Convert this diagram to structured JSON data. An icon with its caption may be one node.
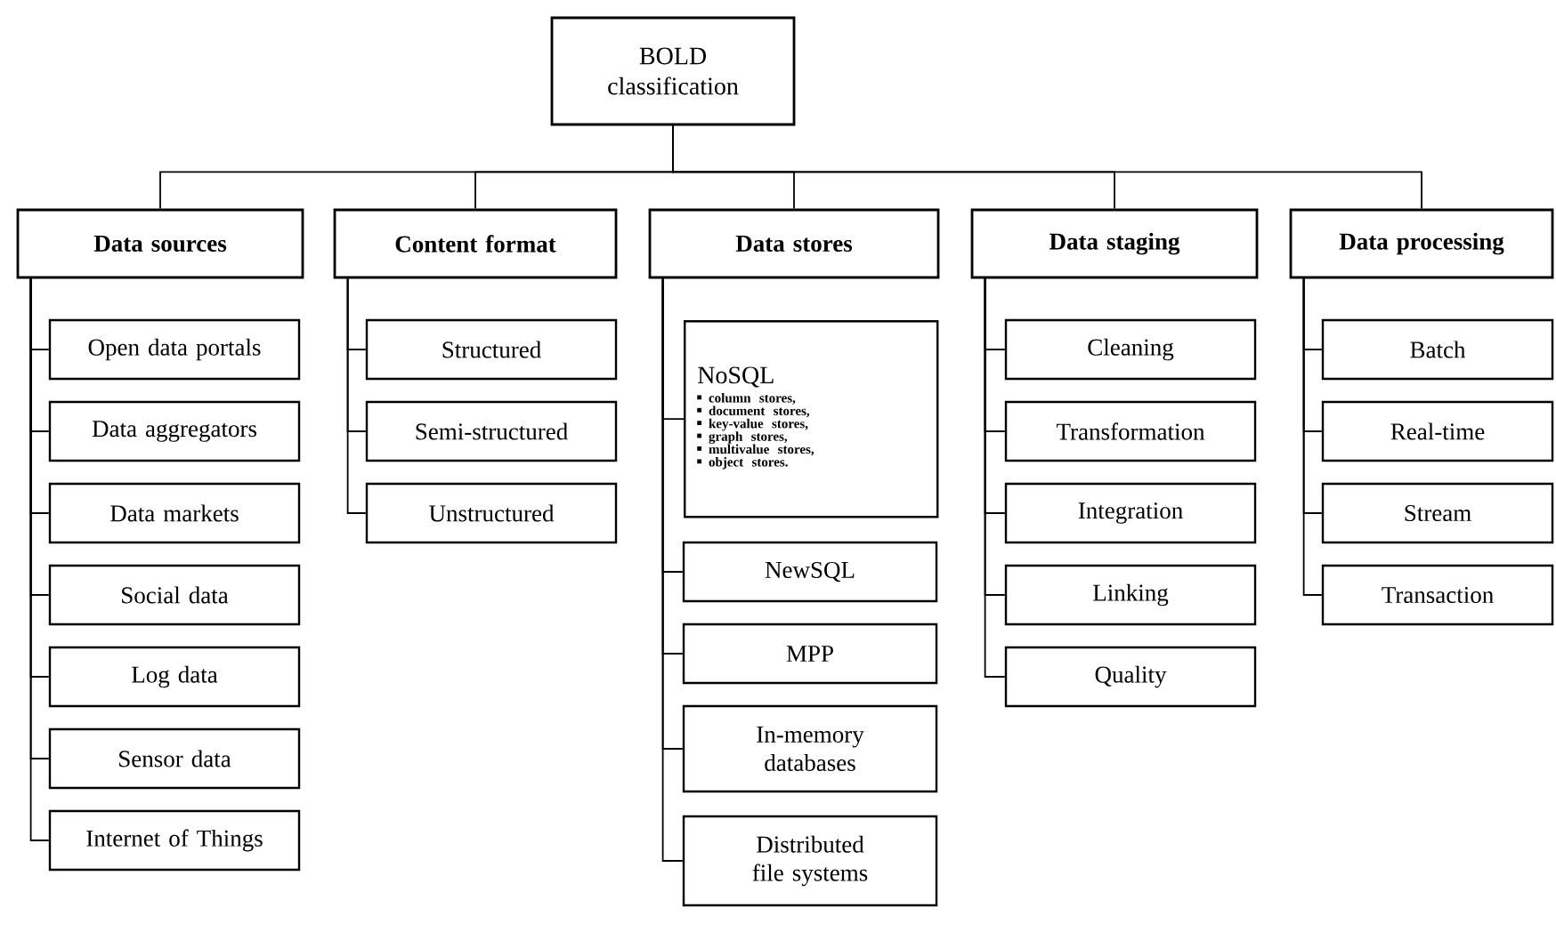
{
  "diagram": {
    "nodes": [
      {
        "text": [
          "BOLD classification"
        ]
      },
      {
        "text": [
          "Data sources"
        ]
      },
      {
        "text": [
          "Content format"
        ]
      },
      {
        "text": [
          "Data stores"
        ]
      },
      {
        "text": [
          "Data staging"
        ]
      },
      {
        "text": [
          "Data processing"
        ]
      },
      {
        "text": [
          "Open data portals"
        ]
      },
      {
        "text": [
          "Data aggregators"
        ]
      },
      {
        "text": [
          "Data markets"
        ]
      },
      {
        "text": [
          "Social data"
        ]
      },
      {
        "text": [
          "Log data"
        ]
      },
      {
        "text": [
          "Sensor data"
        ]
      },
      {
        "text": [
          "Internet of Things"
        ]
      },
      {
        "text": [
          "Structured"
        ]
      },
      {
        "text": [
          "Semi-structured"
        ]
      },
      {
        "text": [
          "Unstructured"
        ]
      },
      {
        "text": [
          "NoSQL",
          "column stores,",
          "document stores,",
          "key-value stores,",
          "graph stores,",
          "multivalue stores,",
          "object stores."
        ]
      },
      {
        "text": [
          "NewSQL"
        ]
      },
      {
        "text": [
          "MPP"
        ]
      },
      {
        "text": [
          "In-memory databases"
        ]
      },
      {
        "text": [
          "Distributed file systems"
        ]
      },
      {
        "text": [
          "Cleaning"
        ]
      },
      {
        "text": [
          "Transformation"
        ]
      },
      {
        "text": [
          "Integration"
        ]
      },
      {
        "text": [
          "Linking"
        ]
      },
      {
        "text": [
          "Quality"
        ]
      },
      {
        "text": [
          "Batch"
        ]
      },
      {
        "text": [
          "Real-time"
        ]
      },
      {
        "text": [
          "Stream"
        ]
      },
      {
        "text": [
          "Transaction"
        ]
      }
    ],
    "edges": [
      {
        "from": 0,
        "to": 1,
        "arrow": "none"
      },
      {
        "from": 0,
        "to": 2,
        "arrow": "none"
      },
      {
        "from": 0,
        "to": 3,
        "arrow": "none"
      },
      {
        "from": 0,
        "to": 4,
        "arrow": "none"
      },
      {
        "from": 0,
        "to": 5,
        "arrow": "none"
      },
      {
        "from": 1,
        "to": 6,
        "arrow": "none"
      },
      {
        "from": 1,
        "to": 7,
        "arrow": "none"
      },
      {
        "from": 1,
        "to": 8,
        "arrow": "none"
      },
      {
        "from": 1,
        "to": 9,
        "arrow": "none"
      },
      {
        "from": 1,
        "to": 10,
        "arrow": "none"
      },
      {
        "from": 1,
        "to": 11,
        "arrow": "none"
      },
      {
        "from": 1,
        "to": 12,
        "arrow": "none"
      },
      {
        "from": 2,
        "to": 13,
        "arrow": "none"
      },
      {
        "from": 2,
        "to": 14,
        "arrow": "none"
      },
      {
        "from": 2,
        "to": 15,
        "arrow": "none"
      },
      {
        "from": 3,
        "to": 16,
        "arrow": "none"
      },
      {
        "from": 3,
        "to": 17,
        "arrow": "none"
      },
      {
        "from": 3,
        "to": 18,
        "arrow": "none"
      },
      {
        "from": 3,
        "to": 19,
        "arrow": "none"
      },
      {
        "from": 3,
        "to": 20,
        "arrow": "none"
      },
      {
        "from": 4,
        "to": 21,
        "arrow": "none"
      },
      {
        "from": 4,
        "to": 22,
        "arrow": "none"
      },
      {
        "from": 4,
        "to": 23,
        "arrow": "none"
      },
      {
        "from": 4,
        "to": 24,
        "arrow": "none"
      },
      {
        "from": 4,
        "to": 25,
        "arrow": "none"
      },
      {
        "from": 5,
        "to": 26,
        "arrow": "none"
      },
      {
        "from": 5,
        "to": 27,
        "arrow": "none"
      },
      {
        "from": 5,
        "to": 28,
        "arrow": "none"
      },
      {
        "from": 5,
        "to": 29,
        "arrow": "none"
      }
    ]
  }
}
